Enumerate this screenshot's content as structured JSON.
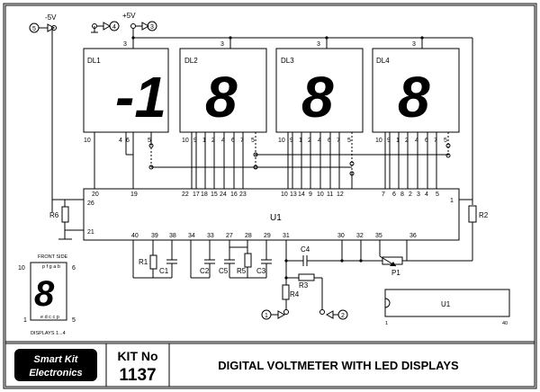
{
  "power": {
    "neg_label": "-5V",
    "pos_label": "+5V",
    "term5": "5",
    "term4": "4",
    "term3": "3",
    "pin3": "3"
  },
  "displays": [
    {
      "name": "DL1",
      "digit": "-1",
      "bottom_pins": [
        "10",
        "4",
        "6",
        "5"
      ]
    },
    {
      "name": "DL2",
      "digit": "8",
      "bottom_pins": [
        "10",
        "9",
        "1",
        "2",
        "4",
        "6",
        "7",
        "5"
      ]
    },
    {
      "name": "DL3",
      "digit": "8",
      "bottom_pins": [
        "10",
        "9",
        "1",
        "2",
        "4",
        "6",
        "7",
        "5"
      ]
    },
    {
      "name": "DL4",
      "digit": "8",
      "bottom_pins": [
        "10",
        "9",
        "1",
        "2",
        "4",
        "6",
        "7",
        "5"
      ]
    }
  ],
  "u1": {
    "label": "U1",
    "top_pins": [
      "20",
      "19",
      "22",
      "17",
      "18",
      "15",
      "24",
      "16",
      "23",
      "10",
      "13",
      "14",
      "9",
      "10",
      "11",
      "12",
      "7",
      "6",
      "8",
      "2",
      "3",
      "4",
      "5"
    ],
    "left_pins": [
      "26",
      "21"
    ],
    "right_pin": "1",
    "bottom_pins": [
      "40",
      "39",
      "38",
      "34",
      "33",
      "27",
      "28",
      "29",
      "31",
      "30",
      "32",
      "35",
      "36"
    ]
  },
  "components": {
    "r6": "R6",
    "r2": "R2",
    "r1": "R1",
    "c1": "C1",
    "c2": "C2",
    "c5": "C5",
    "r5": "R5",
    "c3": "C3",
    "c4": "C4",
    "r3": "R3",
    "r4": "R4",
    "p1": "P1"
  },
  "inputs": {
    "in1": "1",
    "in2": "2"
  },
  "pinout_thumb": {
    "front": "FRONT SIDE",
    "top_letters": "p f g a b",
    "bottom_letters": "e d c c p",
    "pin10": "10",
    "pin6": "6",
    "pin1": "1",
    "pin5": "5",
    "caption": "DISPLAYS 1...4",
    "digit": "8"
  },
  "ic_thumb": {
    "label": "U1",
    "pin_first": "1",
    "pin_last": "40"
  },
  "footer": {
    "logo_line1": "Smart Kit",
    "logo_line2": "Electronics",
    "kit_label": "KIT No",
    "kit_number": "1137",
    "title": "DIGITAL VOLTMETER WITH LED DISPLAYS"
  }
}
